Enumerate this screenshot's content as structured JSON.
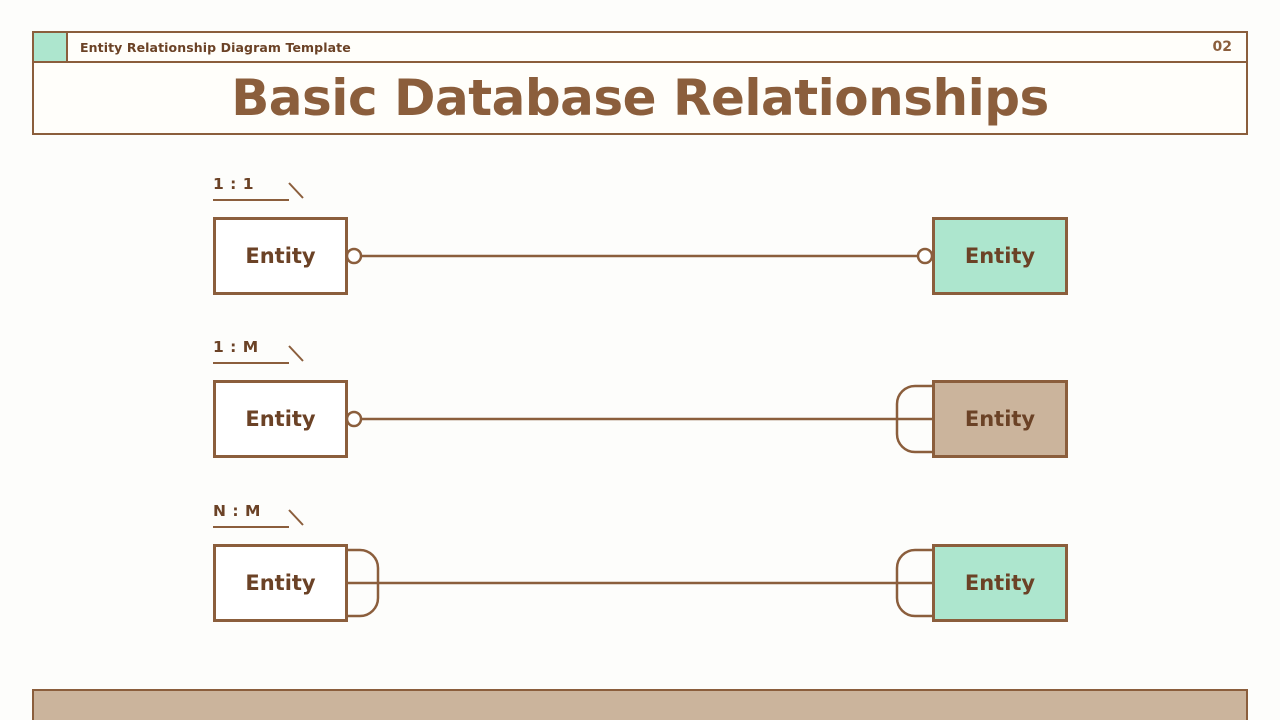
{
  "header": {
    "template_label": "Entity Relationship Diagram Template",
    "page_number": "02",
    "accent_icon": "accent-square-icon"
  },
  "title": "Basic Database Relationships",
  "colors": {
    "brand_brown": "#8B5E3C",
    "text_brown": "#6B4226",
    "mint": "#ADE6CE",
    "tan": "#CBB49C",
    "white": "#FFFFFF",
    "background": "#FDFDFB"
  },
  "relationships": [
    {
      "label": "1 : 1",
      "left": {
        "text": "Entity",
        "fill": "white",
        "notation": "one-circle"
      },
      "right": {
        "text": "Entity",
        "fill": "mint",
        "notation": "one-circle"
      }
    },
    {
      "label": "1 : M",
      "left": {
        "text": "Entity",
        "fill": "white",
        "notation": "one-circle"
      },
      "right": {
        "text": "Entity",
        "fill": "tan",
        "notation": "many-crowsfoot"
      }
    },
    {
      "label": "N : M",
      "left": {
        "text": "Entity",
        "fill": "white",
        "notation": "many-crowsfoot"
      },
      "right": {
        "text": "Entity",
        "fill": "mint",
        "notation": "many-crowsfoot"
      }
    }
  ],
  "footer": {
    "bar_color": "#CBB49C"
  }
}
